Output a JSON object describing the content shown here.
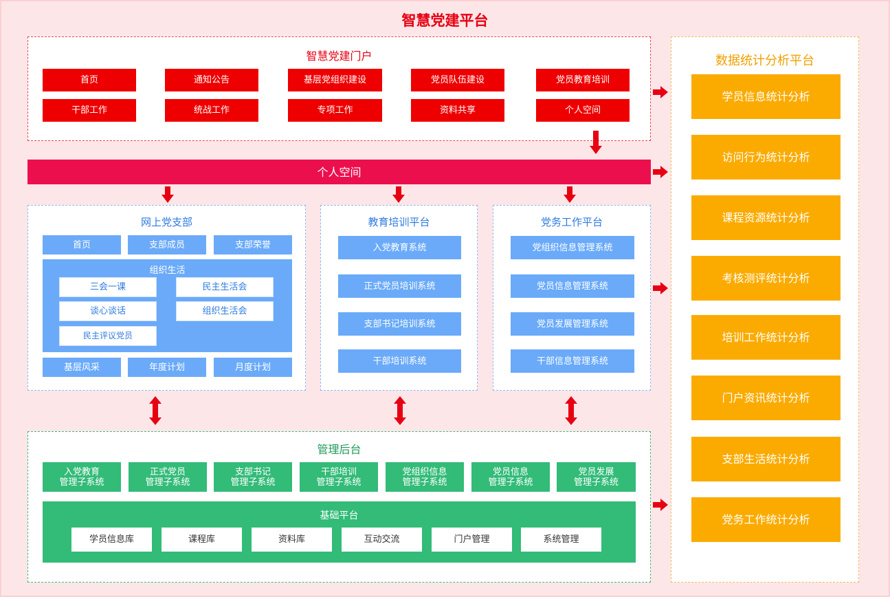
{
  "title": "智慧党建平台",
  "portal": {
    "title": "智慧党建门户",
    "items": [
      "首页",
      "通知公告",
      "基层党组织建设",
      "党员队伍建设",
      "党员教育培训",
      "干部工作",
      "统战工作",
      "专项工作",
      "资料共享",
      "个人空间"
    ]
  },
  "personal_space": "个人空间",
  "branch": {
    "title": "网上党支部",
    "top_items": [
      "首页",
      "支部成员",
      "支部荣誉"
    ],
    "life": {
      "title": "组织生活",
      "items": [
        "三会一课",
        "民主生活会",
        "谈心谈话",
        "组织生活会",
        "民主评议党员"
      ]
    },
    "bottom_items": [
      "基层风采",
      "年度计划",
      "月度计划"
    ]
  },
  "education": {
    "title": "教育培训平台",
    "items": [
      "入党教育系统",
      "正式党员培训系统",
      "支部书记培训系统",
      "干部培训系统"
    ]
  },
  "affairs": {
    "title": "党务工作平台",
    "items": [
      "党组织信息管理系统",
      "党员信息管理系统",
      "党员发展管理系统",
      "干部信息管理系统"
    ]
  },
  "admin": {
    "title": "管理后台",
    "subsystems": [
      {
        "l1": "入党教育",
        "l2": "管理子系统"
      },
      {
        "l1": "正式党员",
        "l2": "管理子系统"
      },
      {
        "l1": "支部书记",
        "l2": "管理子系统"
      },
      {
        "l1": "干部培训",
        "l2": "管理子系统"
      },
      {
        "l1": "党组织信息",
        "l2": "管理子系统"
      },
      {
        "l1": "党员信息",
        "l2": "管理子系统"
      },
      {
        "l1": "党员发展",
        "l2": "管理子系统"
      }
    ],
    "base": {
      "title": "基础平台",
      "items": [
        "学员信息库",
        "课程库",
        "资料库",
        "互动交流",
        "门户管理",
        "系统管理"
      ]
    }
  },
  "stats": {
    "title": "数据统计分析平台",
    "items": [
      "学员信息统计分析",
      "访问行为统计分析",
      "课程资源统计分析",
      "考核测评统计分析",
      "培训工作统计分析",
      "门户资讯统计分析",
      "支部生活统计分析",
      "党务工作统计分析"
    ]
  },
  "colors": {
    "red": "#ee0000",
    "blue": "#6aaaf9",
    "green": "#33bb78",
    "orange": "#fbab00",
    "pink": "#ec0f4e",
    "arrow": "#e60012"
  }
}
